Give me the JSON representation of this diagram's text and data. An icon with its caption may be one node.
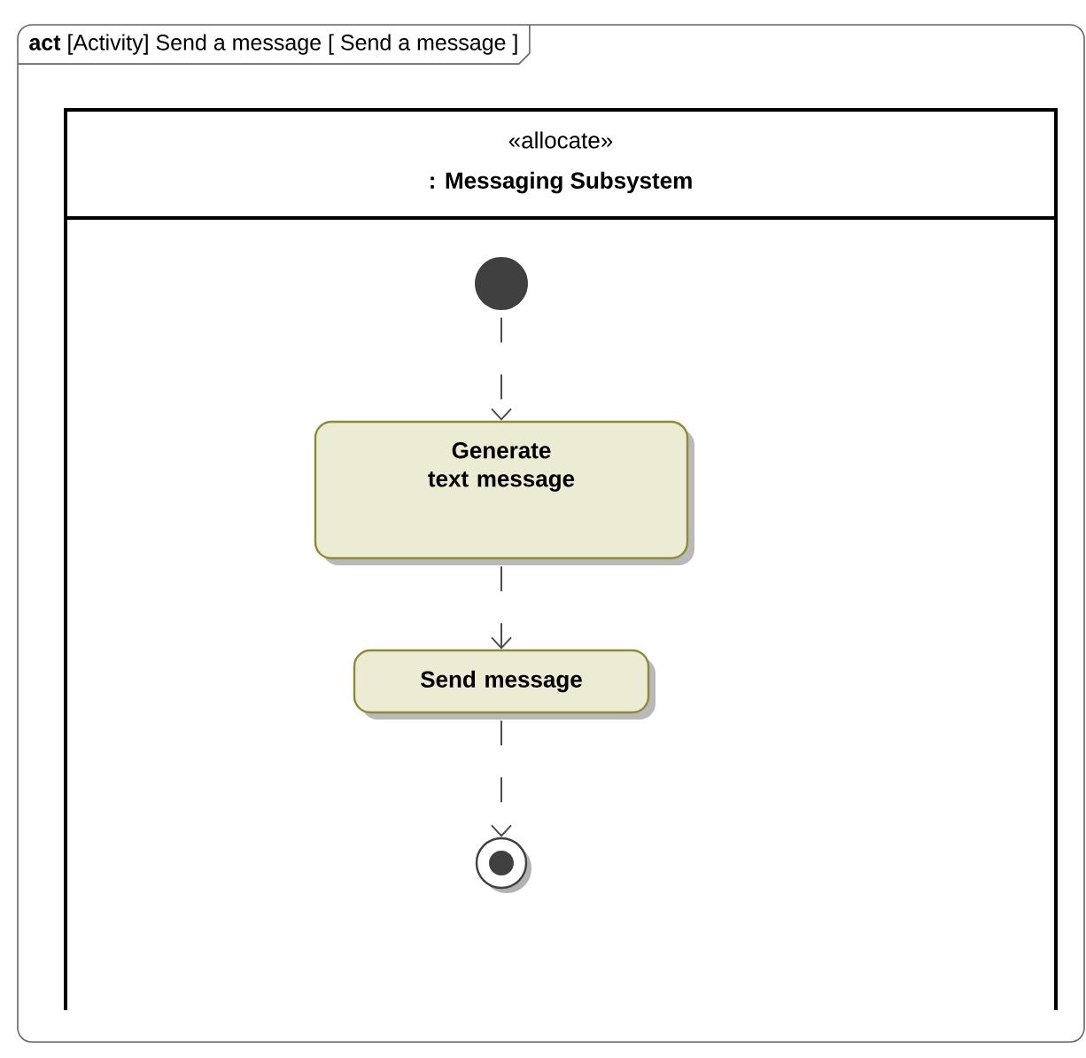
{
  "diagram": {
    "nodes": [
      {
        "text": [
          "**act** [Activity] Send a message [ Send a message ]"
        ]
      },
      {
        "text": [
          "«allocate»",
          ": Messaging Subsystem"
        ],
        "in": 0
      },
      {
        "text": [],
        "shape": "circle",
        "in": 1
      },
      {
        "text": [
          "Generate text message"
        ],
        "in": 1
      },
      {
        "text": [
          "Send message"
        ],
        "in": 1
      },
      {
        "text": [],
        "shape": "circle",
        "in": 1
      }
    ],
    "edges": [
      {
        "from": 2,
        "to": 3,
        "arrow": "to",
        "style": "dashed"
      },
      {
        "from": 3,
        "to": 4,
        "arrow": "to",
        "style": "dashed"
      },
      {
        "from": 4,
        "to": 5,
        "arrow": "to",
        "style": "dashed"
      }
    ]
  }
}
